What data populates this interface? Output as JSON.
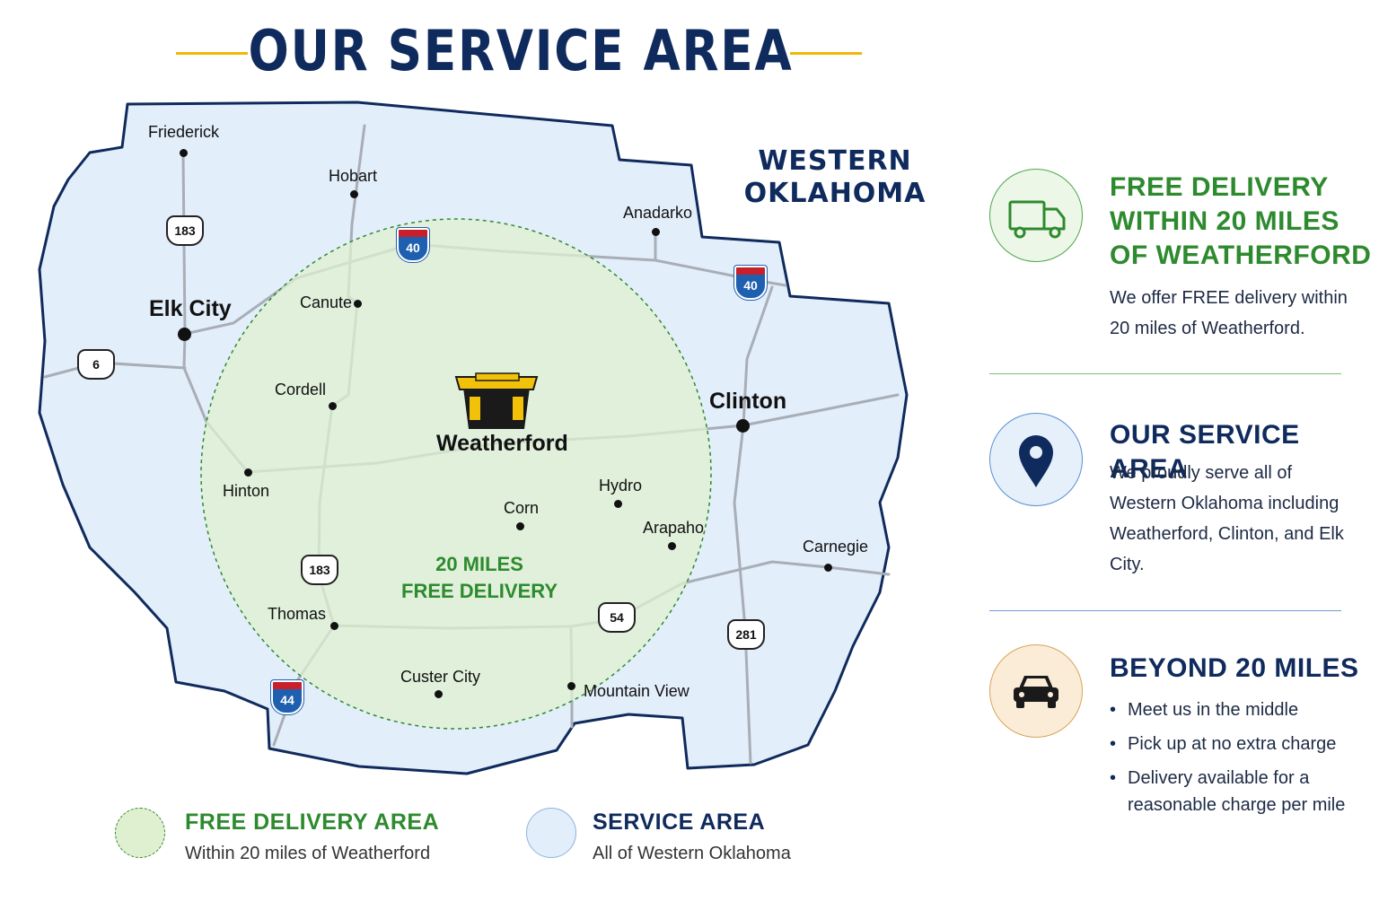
{
  "title": "OUR SERVICE AREA",
  "colors": {
    "navy": "#0f2a5c",
    "green": "#2e8a2e",
    "gold": "#f2b705",
    "service_fill": "#e3eefb",
    "free_fill": "#dff0d0"
  },
  "map": {
    "region_label": "WESTERN OKLAHOMA",
    "circle_label_line1": "20 MILES",
    "circle_label_line2": "FREE DELIVERY",
    "center_icon": "storage-tote-icon",
    "towns": {
      "friederick": "Friederick",
      "hobart": "Hobart",
      "anadarko": "Anadarko",
      "elk_city": "Elk City",
      "canute": "Canute",
      "cordell": "Cordell",
      "clinton": "Clinton",
      "weatherford": "Weatherford",
      "hinton": "Hinton",
      "hydro": "Hydro",
      "corn": "Corn",
      "arapaho": "Arapaho",
      "carnegie": "Carnegie",
      "thomas": "Thomas",
      "custer_city": "Custer City",
      "mountain_view": "Mountain View"
    },
    "highways": {
      "us183_north": "183",
      "us6": "6",
      "i40_west": "40",
      "i40_east": "40",
      "us183_south": "183",
      "us54": "54",
      "us281": "281",
      "i44": "44"
    }
  },
  "legend": {
    "free": {
      "title": "FREE DELIVERY AREA",
      "subtitle": "Within 20 miles of Weatherford"
    },
    "service": {
      "title": "SERVICE AREA",
      "subtitle": "All of Western Oklahoma"
    }
  },
  "features": {
    "free_delivery": {
      "icon": "truck-icon",
      "title_line1": "FREE DELIVERY",
      "title_line2": "WITHIN 20 MILES",
      "title_line3": "OF WEATHERFORD",
      "text": "We offer FREE delivery within 20 miles of Weatherford."
    },
    "service_area": {
      "icon": "map-pin-icon",
      "title": "OUR SERVICE AREA",
      "text": "We proudly serve all of Western Oklahoma including Weatherford, Clinton, and Elk City."
    },
    "beyond": {
      "icon": "car-icon",
      "title": "BEYOND 20 MILES",
      "bullets": [
        "Meet us in the middle",
        "Pick up at no extra charge",
        "Delivery available for a reasonable charge per mile"
      ]
    }
  }
}
